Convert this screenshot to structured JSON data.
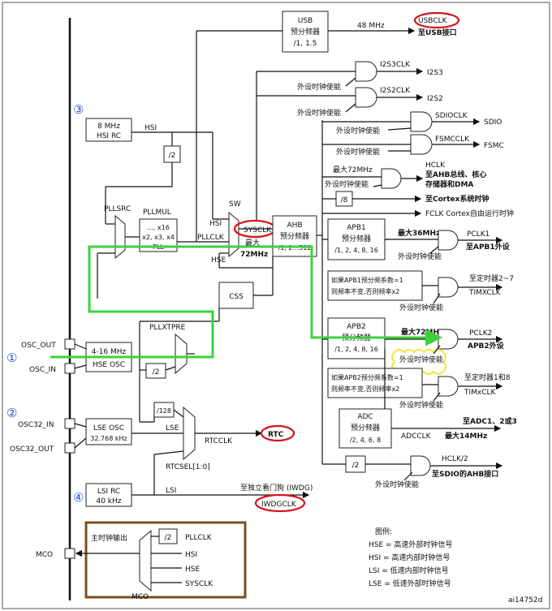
{
  "labels": {
    "usb_box": [
      "USB",
      "预分频器",
      "/1, 1.5"
    ],
    "usb_freq": "48 MHz",
    "usbclk": "USBCLK",
    "usb_dest": "至USB接口",
    "i2s3clk": "I2S3CLK",
    "i2s3": "I2S3",
    "i2s2clk": "I2S2CLK",
    "i2s2": "I2S2",
    "periph_clk_en": "外设时钟使能",
    "sdioclk": "SDIOCLK",
    "sdio": "SDIO",
    "fsmcclk": "FSMCCLK",
    "fsmc": "FSMC",
    "max72": "最大72MHz",
    "hclk": "HCLK",
    "hclk_dest": [
      "至AHB总线、核心",
      "存储器和DMA"
    ],
    "div8": "/8",
    "cortex_clk": "至Cortex系统时钟",
    "fclk": "FCLK Cortex自由运行时钟",
    "hsi_rc": [
      "8 MHz",
      "HSI RC"
    ],
    "hsi": "HSI",
    "div2": "/2",
    "pllsrc": "PLLSRC",
    "pllmul": "PLLMUL",
    "pll_box": [
      "..., x16",
      "x2, x3, x4",
      "PLL"
    ],
    "sw": "SW",
    "sysclk": "SYSCLK",
    "pllclk": "PLLCLK",
    "hse": "HSE",
    "max": "最大",
    "mhz72": "72MHz",
    "ahb_box": [
      "AHB",
      "预分频器",
      "/1, 2...512"
    ],
    "apb1_box": [
      "APB1",
      "预分频器",
      "/1, 2, 4, 8, 16"
    ],
    "max36": "最大36MHz",
    "pclk1": "PCLK1",
    "apb1_dest": "至APB1外设",
    "apb1_timer_note": [
      "如果APB1预分频系数=1",
      "则频率不变,否则频率x2"
    ],
    "timer27": "至定时器2~7",
    "timxclk": "TIMXCLK",
    "css": "CSS",
    "pllxtpre": "PLLXTPRE",
    "apb2_box": [
      "APB2",
      "预分频器",
      "/1, 2, 4, 8, 16"
    ],
    "pclk2": "PCLK2",
    "apb2_dest": "APB2外设",
    "apb2_timer_note": [
      "如果APB2预分频系数=1",
      "则频率不变,否则频率x2"
    ],
    "timer18": "至定时器1和8",
    "timxclk2": "TIMxCLK",
    "adc_box": [
      "ADC",
      "预分频器",
      "/2, 4, 6, 8"
    ],
    "adcclk": "ADCCLK",
    "adc_dest": "至ADC1、2或3",
    "adc_max": "最大14MHz",
    "osc_out": "OSC_OUT",
    "osc_in": "OSC_IN",
    "hse_osc": [
      "4-16 MHz",
      "HSE OSC"
    ],
    "hclk_div2": "HCLK/2",
    "sdio_ahb": "至SDIO的AHB接口",
    "osc32_in": "OSC32_IN",
    "osc32_out": "OSC32_OUT",
    "lse_osc": [
      "LSE OSC",
      "32.768 kHz"
    ],
    "lse": "LSE",
    "div128": "/128",
    "rtcclk": "RTCCLK",
    "rtc": "RTC",
    "rtcsel": "RTCSEL[1:0]",
    "lsi_rc": [
      "LSI RC",
      "40 kHz"
    ],
    "lsi": "LSI",
    "iwdg_dest": "至独立看门狗 (IWDG)",
    "iwdgclk": "IWDGCLK",
    "mco": "MCO",
    "mco_out": "主时钟输出",
    "mco_div2": "/2",
    "mco_pllclk": "PLLCLK",
    "mco_hsi": "HSI",
    "mco_hse": "HSE",
    "mco_sysclk": "SYSCLK",
    "mco_mux": "MCO",
    "legend_title": "图例:",
    "legend": [
      "HSE = 高速外部时钟信号",
      "HSI = 高速内部时钟信号",
      "LSI = 低速内部时钟信号",
      "LSE = 低速外部时钟信号"
    ],
    "n1": "①",
    "n2": "②",
    "n3": "③",
    "n4": "④",
    "fig_id": "ai14752d"
  }
}
